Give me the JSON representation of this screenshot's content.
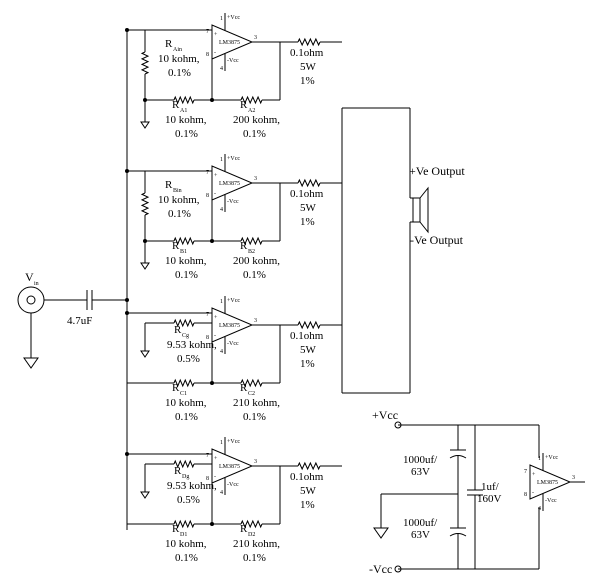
{
  "input": {
    "label": "V",
    "sub": "in",
    "cap": "4.7uF"
  },
  "stages": [
    {
      "id": "A",
      "r_in": {
        "name": "R",
        "sub": "Ain",
        "value": "10 kohm,",
        "tol": "0.1%"
      },
      "r1": {
        "name": "R",
        "sub": "A1",
        "value": "10 kohm,",
        "tol": "0.1%"
      },
      "r2": {
        "name": "R",
        "sub": "A2",
        "value": "200 kohm,",
        "tol": "0.1%"
      },
      "out": {
        "value": "0.1ohm",
        "power": "5W",
        "tol": "1%"
      }
    },
    {
      "id": "B",
      "r_in": {
        "name": "R",
        "sub": "Bin",
        "value": "10 kohm,",
        "tol": "0.1%"
      },
      "r1": {
        "name": "R",
        "sub": "B1",
        "value": "10 kohm,",
        "tol": "0.1%"
      },
      "r2": {
        "name": "R",
        "sub": "B2",
        "value": "200 kohm,",
        "tol": "0.1%"
      },
      "out": {
        "value": "0.1ohm",
        "power": "5W",
        "tol": "1%"
      }
    },
    {
      "id": "C",
      "r_in": {
        "name": "R",
        "sub": "Cg",
        "value": "9.53 kohm,",
        "tol": "0.5%"
      },
      "r1": {
        "name": "R",
        "sub": "C1",
        "value": "10 kohm,",
        "tol": "0.1%"
      },
      "r2": {
        "name": "R",
        "sub": "C2",
        "value": "210 kohm,",
        "tol": "0.1%"
      },
      "out": {
        "value": "0.1ohm",
        "power": "5W",
        "tol": "1%"
      }
    },
    {
      "id": "D",
      "r_in": {
        "name": "R",
        "sub": "Dg",
        "value": "9.53 kohm,",
        "tol": "0.5%"
      },
      "r1": {
        "name": "R",
        "sub": "D1",
        "value": "10 kohm,",
        "tol": "0.1%"
      },
      "r2": {
        "name": "R",
        "sub": "D2",
        "value": "210 kohm,",
        "tol": "0.1%"
      },
      "out": {
        "value": "0.1ohm",
        "power": "5W",
        "tol": "1%"
      }
    }
  ],
  "opamp": {
    "part": "LM3875",
    "vpos": "+Vcc",
    "vneg": "-Vcc",
    "pin7": "7",
    "pin1": "1",
    "pin8": "8",
    "pin4": "4",
    "pin3": "3",
    "plus": "+",
    "minus": "-"
  },
  "speaker": {
    "pos": "+Ve Output",
    "neg": "-Ve Output"
  },
  "supply": {
    "vpos": "+Vcc",
    "vneg": "-Vcc",
    "c_top": {
      "value": "1000uf/",
      "volt": "63V"
    },
    "c_bot": {
      "value": "1000uf/",
      "volt": "63V"
    },
    "c_mid": {
      "value": "1uf/",
      "volt": "160V"
    }
  }
}
